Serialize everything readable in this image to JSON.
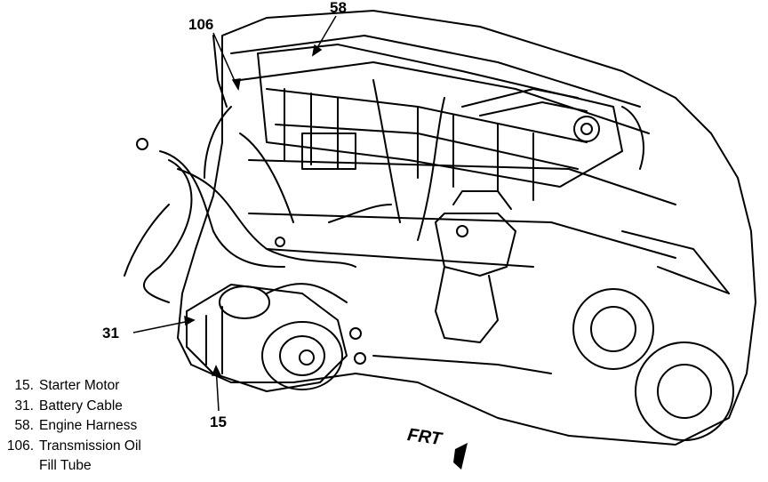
{
  "callouts": {
    "c106": "106",
    "c58": "58",
    "c31": "31",
    "c15": "15"
  },
  "legend": [
    {
      "num": "15.",
      "text": "Starter Motor"
    },
    {
      "num": "31.",
      "text": "Battery Cable"
    },
    {
      "num": "58.",
      "text": "Engine Harness"
    },
    {
      "num": "106.",
      "text": "Transmission Oil"
    }
  ],
  "legend_continuation": "Fill Tube",
  "direction_label": "FRT",
  "colors": {
    "ink": "#000000",
    "paper": "#ffffff"
  }
}
